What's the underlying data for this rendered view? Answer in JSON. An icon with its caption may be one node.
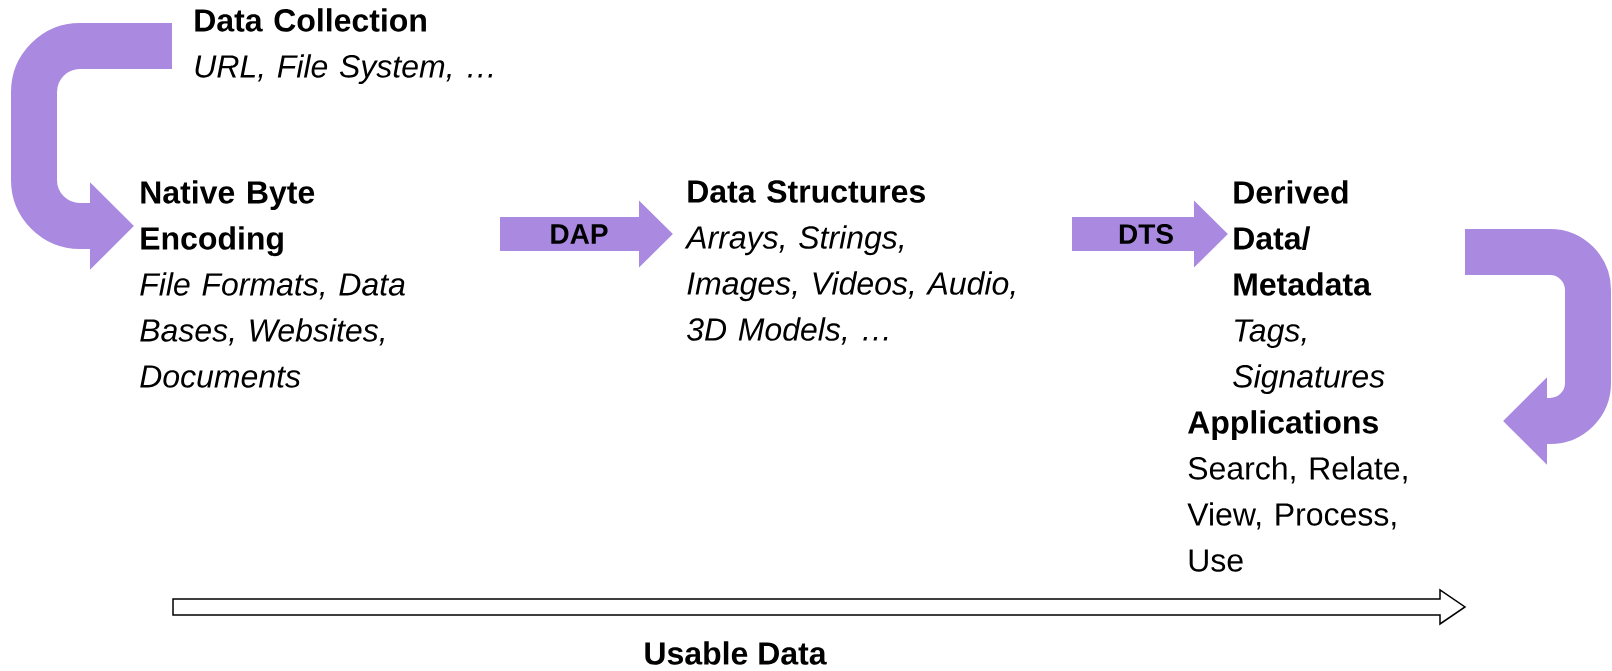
{
  "diagram": {
    "nodes": [
      {
        "text": [
          "Data Collection",
          "URL, File System, …"
        ]
      },
      {
        "text": [
          "Native Byte Encoding",
          "File Formats, Data Bases, Websites, Documents"
        ]
      },
      {
        "text": [
          "Data Structures",
          "Arrays, Strings, Images, Videos, Audio, 3D Models, …"
        ]
      },
      {
        "text": [
          "Derived Data/ Metadata",
          "Tags, Signatures"
        ]
      },
      {
        "text": [
          "Applications",
          "Search, Relate, View, Process, Use"
        ]
      }
    ],
    "edges": [
      {
        "from": 0,
        "to": 1,
        "arrow": "to"
      },
      {
        "from": 1,
        "to": 2,
        "arrow": "to",
        "label": "DAP"
      },
      {
        "from": 2,
        "to": 3,
        "arrow": "to",
        "label": "DTS"
      },
      {
        "from": 3,
        "to": 4,
        "arrow": "to"
      }
    ],
    "labels": [
      "Usable Data"
    ]
  }
}
